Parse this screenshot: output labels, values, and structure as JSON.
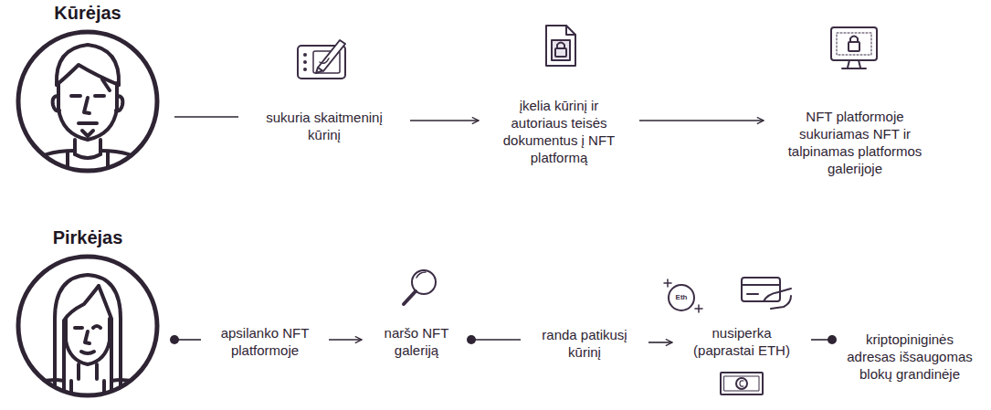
{
  "diagram": {
    "nodes": [
      {
        "text": [
          "Kūrėjas"
        ]
      },
      {
        "text": [
          "sukuria skaitmeninį kūrinį"
        ]
      },
      {
        "text": [
          "įkelia kūrinį ir autoriaus teisės dokumentus į NFT platformą"
        ]
      },
      {
        "text": [
          "NFT platformoje sukuriamas NFT ir talpinamas platformos galerijoje"
        ]
      },
      {
        "text": [
          "Pirkėjas"
        ]
      },
      {
        "text": [
          "apsilanko NFT platformoje"
        ]
      },
      {
        "text": [
          "naršo NFT galeriją"
        ]
      },
      {
        "text": [
          "randa patikusį kūrinį"
        ]
      },
      {
        "text": [
          "nusiperka (paprastai ETH)"
        ]
      },
      {
        "text": [
          "kriptopiniginės adresas išsaugomas blokų grandinėje"
        ]
      }
    ],
    "edges": [
      {
        "from": 0,
        "to": 1,
        "arrow": "none"
      },
      {
        "from": 1,
        "to": 2,
        "arrow": "to"
      },
      {
        "from": 2,
        "to": 3,
        "arrow": "to"
      },
      {
        "from": 4,
        "to": 5,
        "arrow": "none"
      },
      {
        "from": 5,
        "to": 6,
        "arrow": "to"
      },
      {
        "from": 6,
        "to": 7,
        "arrow": "none"
      },
      {
        "from": 7,
        "to": 8,
        "arrow": "to"
      },
      {
        "from": 8,
        "to": 9,
        "arrow": "none"
      }
    ],
    "labels": [
      "Eth"
    ]
  }
}
